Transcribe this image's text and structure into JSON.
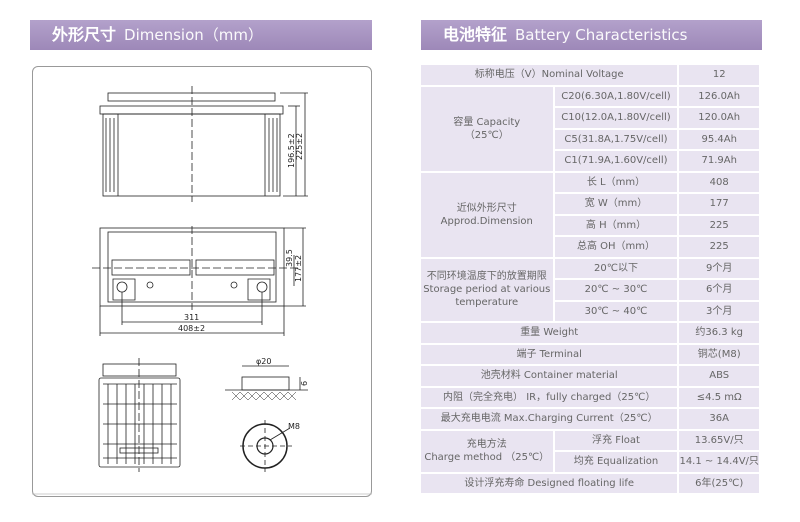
{
  "left_header": {
    "cn": "外形尺寸",
    "en": "Dimension（mm）"
  },
  "right_header": {
    "cn": "电池特征",
    "en": "Battery Characteristics"
  },
  "drawing": {
    "dim_196": "196.5±2",
    "dim_225": "225±2",
    "dim_39": "39.5",
    "dim_177": "177±2",
    "dim_311": "311",
    "dim_408": "408±2",
    "dim_phi20": "φ20",
    "dim_6": "6",
    "dim_m8": "M8"
  },
  "table": {
    "nominal_voltage": {
      "label": "标称电压（V）Nominal Voltage",
      "value": "12"
    },
    "capacity": {
      "label1": "容量 Capacity",
      "label2": "（25℃）",
      "rows": [
        {
          "cond": "C20(6.30A,1.80V/cell)",
          "value": "126.0Ah"
        },
        {
          "cond": "C10(12.0A,1.80V/cell)",
          "value": "120.0Ah"
        },
        {
          "cond": "C5(31.8A,1.75V/cell)",
          "value": "95.4Ah"
        },
        {
          "cond": "C1(71.9A,1.60V/cell)",
          "value": "71.9Ah"
        }
      ]
    },
    "dimension": {
      "label1": "近似外形尺寸",
      "label2": "Approd.Dimension",
      "rows": [
        {
          "cond": "长 L（mm）",
          "value": "408"
        },
        {
          "cond": "宽 W（mm）",
          "value": "177"
        },
        {
          "cond": "高 H（mm）",
          "value": "225"
        },
        {
          "cond": "总高 OH（mm）",
          "value": "225"
        }
      ]
    },
    "storage": {
      "label1": "不同环境温度下的放置期限",
      "label2": "Storage period at various temperature",
      "rows": [
        {
          "cond": "20℃以下",
          "value": "9个月"
        },
        {
          "cond": "20℃ ~ 30℃",
          "value": "6个月"
        },
        {
          "cond": "30℃ ~ 40℃",
          "value": "3个月"
        }
      ]
    },
    "weight": {
      "label": "重量 Weight",
      "value": "约36.3 kg"
    },
    "terminal": {
      "label": "端子 Terminal",
      "value": "铜芯(M8)"
    },
    "container": {
      "label": "池壳材料 Container material",
      "value": "ABS"
    },
    "ir": {
      "label": "内阻（完全充电） IR，fully charged（25℃）",
      "value": "≤4.5 mΩ"
    },
    "max_current": {
      "label": "最大充电电流 Max.Charging Current（25℃）",
      "value": "36A"
    },
    "charge": {
      "label1": "充电方法",
      "label2": "Charge method （25℃）",
      "rows": [
        {
          "cond": "浮充 Float",
          "value": "13.65V/只"
        },
        {
          "cond": "均充 Equalization",
          "value": "14.1 ~ 14.4V/只"
        }
      ]
    },
    "life": {
      "label": "设计浮充寿命 Designed floating life",
      "value": "6年(25℃)"
    }
  }
}
